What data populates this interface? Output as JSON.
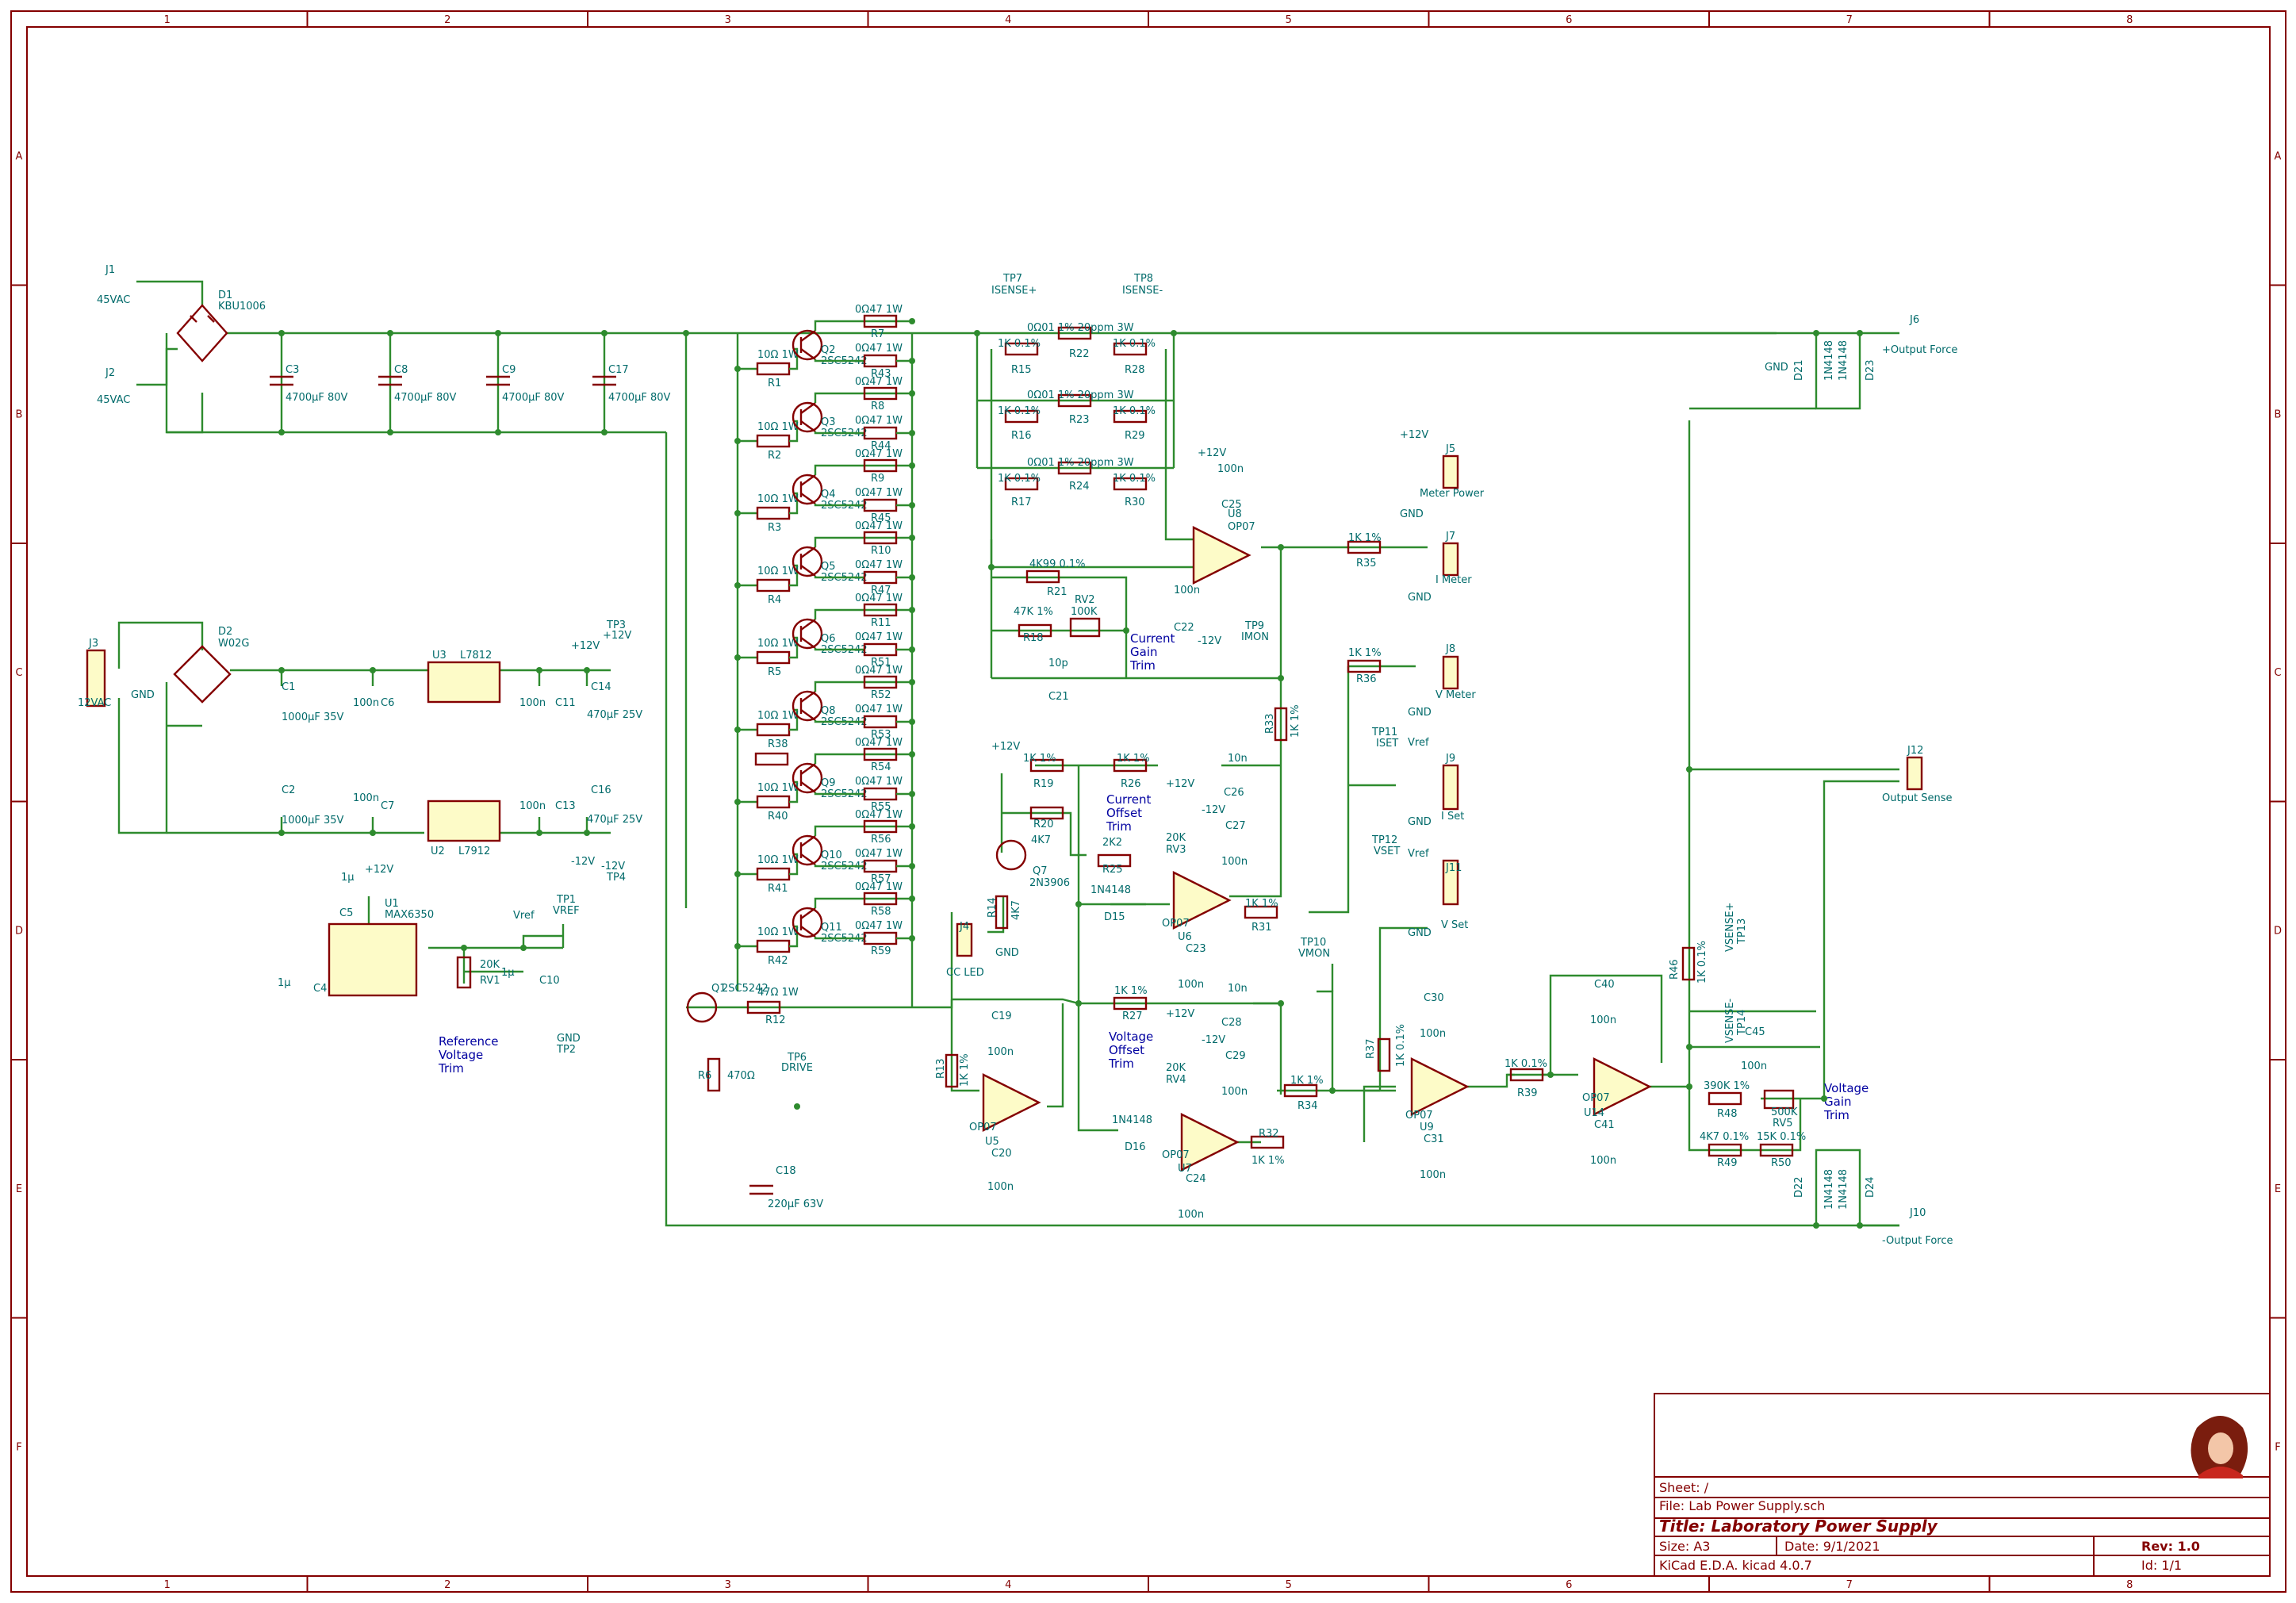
{
  "zones": {
    "cols": [
      "1",
      "2",
      "3",
      "4",
      "5",
      "6",
      "7",
      "8"
    ],
    "rows": [
      "A",
      "B",
      "C",
      "D",
      "E",
      "F"
    ]
  },
  "title_block": {
    "sheet": "Sheet: /",
    "file": "File: Lab Power Supply.sch",
    "title": "Title: Laboratory Power Supply",
    "size": "Size: A3",
    "date": "Date: 9/1/2021",
    "rev": "Rev: 1.0",
    "tool": "KiCad E.D.A.  kicad 4.0.7",
    "id": "Id: 1/1"
  },
  "labels": {
    "j1": "J1",
    "j1v": "45VAC",
    "j2": "J2",
    "j2v": "45VAC",
    "d1": "D1",
    "d1v": "KBU1006",
    "c3": "C3",
    "c3v": "4700μF 80V",
    "c8": "C8",
    "c8v": "4700μF 80V",
    "c9": "C9",
    "c9v": "4700μF 80V",
    "c17": "C17",
    "c17v": "4700μF 80V",
    "j3": "J3",
    "j3v": "12VAC",
    "d2": "D2",
    "d2v": "W02G",
    "c1": "C1",
    "c1v": "1000μF 35V",
    "c2": "C2",
    "c2v": "1000μF 35V",
    "c6": "C6",
    "c6v": "100n",
    "c7": "C7",
    "c7v": "100n",
    "u3": "U3",
    "u3v": "L7812",
    "u2": "U2",
    "u2v": "L7912",
    "c11": "C11",
    "c11v": "100n",
    "c13": "C13",
    "c13v": "100n",
    "c14": "C14",
    "c14v": "470μF 25V",
    "c16": "C16",
    "c16v": "470μF 25V",
    "tp3": "TP3",
    "tp3v": "+12V",
    "tp4": "TP4",
    "tp4v": "-12V",
    "u1": "U1",
    "u1v": "MAX6350",
    "c5": "C5",
    "c5v": "1μ",
    "c4": "C4",
    "c4v": "1μ",
    "rv1": "RV1",
    "rv1v": "20K",
    "c10": "C10",
    "c10v": "1μ",
    "tp1": "TP1",
    "tp1v": "VREF",
    "tp2": "TP2",
    "tp2v": "GND",
    "vref": "Vref",
    "plus12": "+12V",
    "minus12": "-12V",
    "gnd": "GND",
    "ref_trim": [
      "Reference",
      "Voltage",
      "Trim"
    ],
    "q1": "Q1",
    "q1v": "2SC5242",
    "r6": "R6",
    "r6v": "470Ω",
    "r12": "R12",
    "r12v": "47Ω 1W",
    "tp6": "TP6",
    "tp6v": "DRIVE",
    "c18": "C18",
    "c18v": "220μF 63V",
    "r10w": "10Ω 1W",
    "r047": "0Ω47 1W",
    "q_val": "2SC5242",
    "tp7": "TP7",
    "tp7v": "ISENSE+",
    "tp8": "TP8",
    "tp8v": "ISENSE-",
    "rsense": "0Ω01 1% 20ppm 3W",
    "r01": "1K 0.1%",
    "r15": "R15",
    "r16": "R16",
    "r17": "R17",
    "r22": "R22",
    "r23": "R23",
    "r24": "R24",
    "r28": "R28",
    "r29": "R29",
    "r30": "R30",
    "u8": "U8",
    "op07": "OP07",
    "c25": "C25",
    "c22": "C22",
    "n100": "100n",
    "r21": "R21",
    "r21v": "4K99 0.1%",
    "r18": "R18",
    "r18v": "47K 1%",
    "rv2": "RV2",
    "rv2v": "100K",
    "c21": "C21",
    "c21v": "10p",
    "cur_gain": [
      "Current",
      "Gain",
      "Trim"
    ],
    "tp9": "TP9",
    "tp9v": "IMON",
    "r33": "R33",
    "r33v": "1K 1%",
    "r35": "R35",
    "r35v": "1K 1%",
    "r36": "R36",
    "r36v": "1K 1%",
    "j5": "J5",
    "j5v": "Meter Power",
    "j7": "J7",
    "j7v": "I Meter",
    "j8": "J8",
    "j8v": "V Meter",
    "j9": "J9",
    "j9v": "I Set",
    "j11": "J11",
    "j11v": "V Set",
    "tp11": "TP11",
    "tp11v": "ISET",
    "tp12": "TP12",
    "tp12v": "VSET",
    "r19": "R19",
    "r19v": "1K 1%",
    "r20": "R20",
    "r20v": "4K7",
    "q7": "Q7",
    "q7v": "2N3906",
    "r14": "R14",
    "r14v": "4K7",
    "j4": "J4",
    "j4v": "CC LED",
    "r25": "R25",
    "r25v": "2K2",
    "d15": "D15",
    "d15v": "1N4148",
    "r26": "R26",
    "r26v": "1K 1%",
    "c26": "C26",
    "c26v": "10n",
    "rv3": "RV3",
    "rv3v": "20K",
    "c27": "C27",
    "c23": "C23",
    "u6": "U6",
    "r31": "R31",
    "r31v": "1K 1%",
    "cur_off": [
      "Current",
      "Offset",
      "Trim"
    ],
    "tp10": "TP10",
    "tp10v": "VMON",
    "r13": "R13",
    "r13v": "1K 1%",
    "u5": "U5",
    "c19": "C19",
    "c20": "C20",
    "r27": "R27",
    "r27v": "1K 1%",
    "c28": "C28",
    "c28v": "10n",
    "rv4": "RV4",
    "rv4v": "20K",
    "c29": "C29",
    "c24": "C24",
    "u7": "U7",
    "d16": "D16",
    "d16v": "1N4148",
    "r32": "R32",
    "r32v": "1K 1%",
    "r34": "R34",
    "r34v": "1K 1%",
    "volt_off": [
      "Voltage",
      "Offset",
      "Trim"
    ],
    "r37": "R37",
    "r37v": "1K 0.1%",
    "u9": "U9",
    "c30": "C30",
    "c31": "C31",
    "r39": "R39",
    "r39v": "1K 0.1%",
    "u14": "U14",
    "c40": "C40",
    "c41": "C41",
    "r46": "R46",
    "r46v": "1K 0.1%",
    "tp13": "TP13",
    "tp13v": "VSENSE+",
    "tp14": "TP14",
    "tp14v": "VSENSE-",
    "c45": "C45",
    "c45v": "100n",
    "r48": "R48",
    "r48v": "390K 1%",
    "rv5": "RV5",
    "rv5v": "500K",
    "r49": "R49",
    "r49v": "4K7 0.1%",
    "r50": "R50",
    "r50v": "15K 0.1%",
    "volt_gain": [
      "Voltage",
      "Gain",
      "Trim"
    ],
    "d21": "D21",
    "d23": "D23",
    "d22": "D22",
    "d24": "D24",
    "d_val": "1N4148",
    "j6": "J6",
    "j6v": "+Output Force",
    "j10": "J10",
    "j10v": "-Output Force",
    "j12": "J12",
    "j12v": "Output Sense"
  },
  "stage": {
    "rows": [
      {
        "q": "Q2",
        "rl": "R1",
        "re": "R7",
        "rs": "R43"
      },
      {
        "q": "Q3",
        "rl": "R2",
        "re": "R8",
        "rs": "R44"
      },
      {
        "q": "Q4",
        "rl": "R3",
        "re": "R9",
        "rs": "R45"
      },
      {
        "q": "Q5",
        "rl": "R4",
        "re": "R10",
        "rs": "R47"
      },
      {
        "q": "Q6",
        "rl": "R5",
        "re": "R11",
        "rs": "R51"
      },
      {
        "q": "Q8",
        "rl": "R38",
        "re": "R52",
        "rs": "R53"
      },
      {
        "q": "Q9",
        "rl": "R40",
        "re": "R54",
        "rs": "R55"
      },
      {
        "q": "Q10",
        "rl": "R41",
        "re": "R56",
        "rs": "R57"
      },
      {
        "q": "Q11",
        "rl": "R42",
        "re": "R58",
        "rs": "R59"
      }
    ]
  },
  "colors": {
    "wire": "#2e8b2e",
    "symbol": "#840000",
    "fill": "#fdfbc8",
    "text": "#006a6a",
    "note": "#0000a0"
  }
}
